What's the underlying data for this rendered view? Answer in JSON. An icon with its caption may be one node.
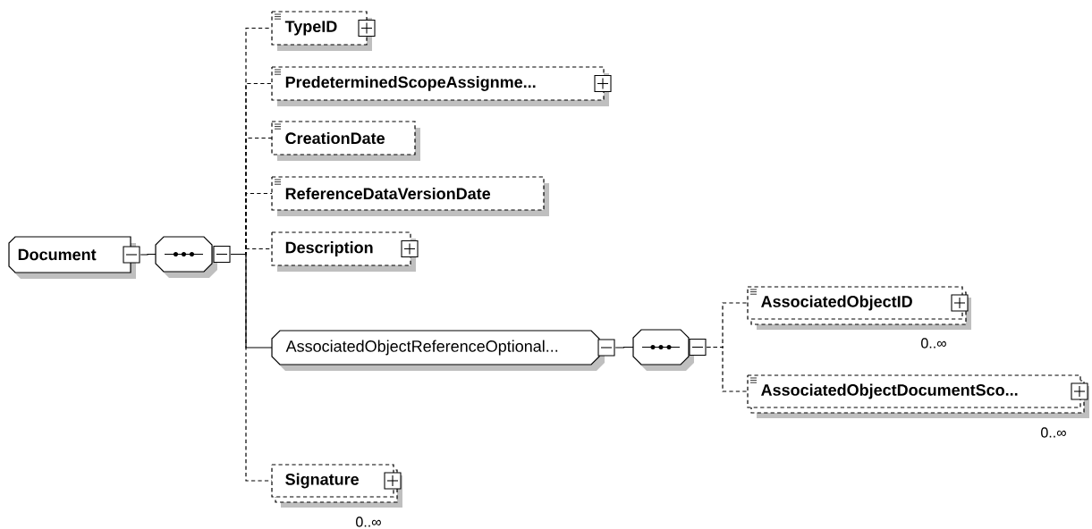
{
  "diagram": {
    "nodes": [
      {
        "text": [
          "Document"
        ]
      },
      {
        "text": [],
        "shape": "octagon"
      },
      {
        "text": [
          "TypeID"
        ]
      },
      {
        "text": [
          "PredeterminedScopeAssignme..."
        ]
      },
      {
        "text": [
          "CreationDate"
        ]
      },
      {
        "text": [
          "ReferenceDataVersionDate"
        ]
      },
      {
        "text": [
          "Description"
        ]
      },
      {
        "text": [
          "AssociatedObjectReferenceOptional..."
        ]
      },
      {
        "text": [],
        "shape": "octagon"
      },
      {
        "text": [
          "AssociatedObjectID"
        ],
        "beside": [
          "0..∞"
        ]
      },
      {
        "text": [
          "AssociatedObjectDocumentSco..."
        ],
        "beside": [
          "0..∞"
        ]
      },
      {
        "text": [
          "Signature"
        ],
        "beside": [
          "0..∞"
        ]
      }
    ],
    "edges": [
      {
        "from": 0,
        "to": 1,
        "arrow": "none"
      },
      {
        "from": 1,
        "to": 2,
        "arrow": "none",
        "style": "dashed"
      },
      {
        "from": 1,
        "to": 3,
        "arrow": "none",
        "style": "dashed"
      },
      {
        "from": 1,
        "to": 4,
        "arrow": "none",
        "style": "dashed"
      },
      {
        "from": 1,
        "to": 5,
        "arrow": "none",
        "style": "dashed"
      },
      {
        "from": 1,
        "to": 6,
        "arrow": "none",
        "style": "dashed"
      },
      {
        "from": 1,
        "to": 7,
        "arrow": "none"
      },
      {
        "from": 7,
        "to": 8,
        "arrow": "none"
      },
      {
        "from": 8,
        "to": 9,
        "arrow": "none",
        "style": "dashed"
      },
      {
        "from": 8,
        "to": 10,
        "arrow": "none",
        "style": "dashed"
      },
      {
        "from": 1,
        "to": 11,
        "arrow": "none",
        "style": "dashed"
      }
    ]
  }
}
